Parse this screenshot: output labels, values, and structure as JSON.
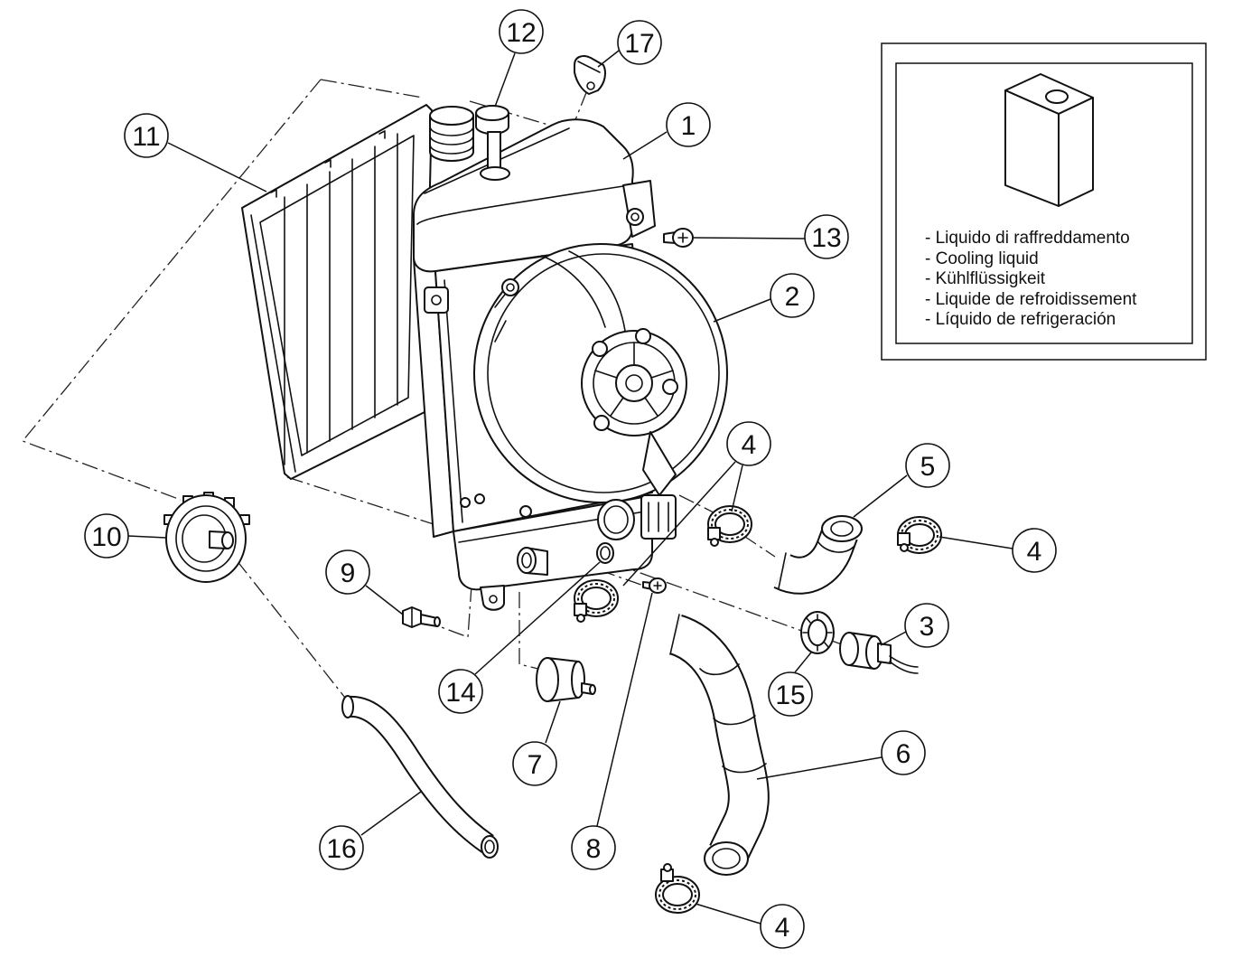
{
  "callouts": [
    "12",
    "17",
    "1",
    "11",
    "13",
    "2",
    "4",
    "5",
    "4",
    "10",
    "9",
    "3",
    "14",
    "15",
    "7",
    "6",
    "16",
    "8",
    "4"
  ],
  "legend": {
    "icon": "coolant-container-icon",
    "lines": [
      "- Liquido di raffreddamento",
      "- Cooling liquid",
      "- Kühlflüssigkeit",
      "- Liquide de refroidissement",
      "- Líquido de refrigeración"
    ]
  }
}
